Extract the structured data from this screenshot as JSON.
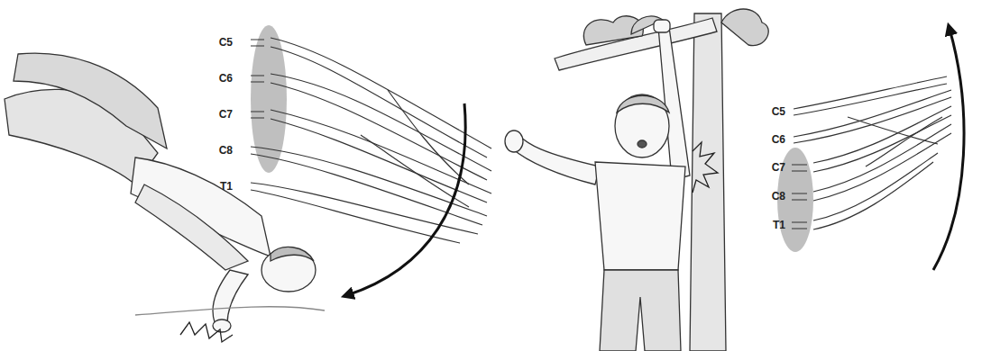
{
  "diagram": {
    "labels": [
      "C5",
      "C6",
      "C7",
      "C8",
      "T1",
      "C5",
      "C6",
      "C7",
      "C8",
      "T1"
    ]
  }
}
